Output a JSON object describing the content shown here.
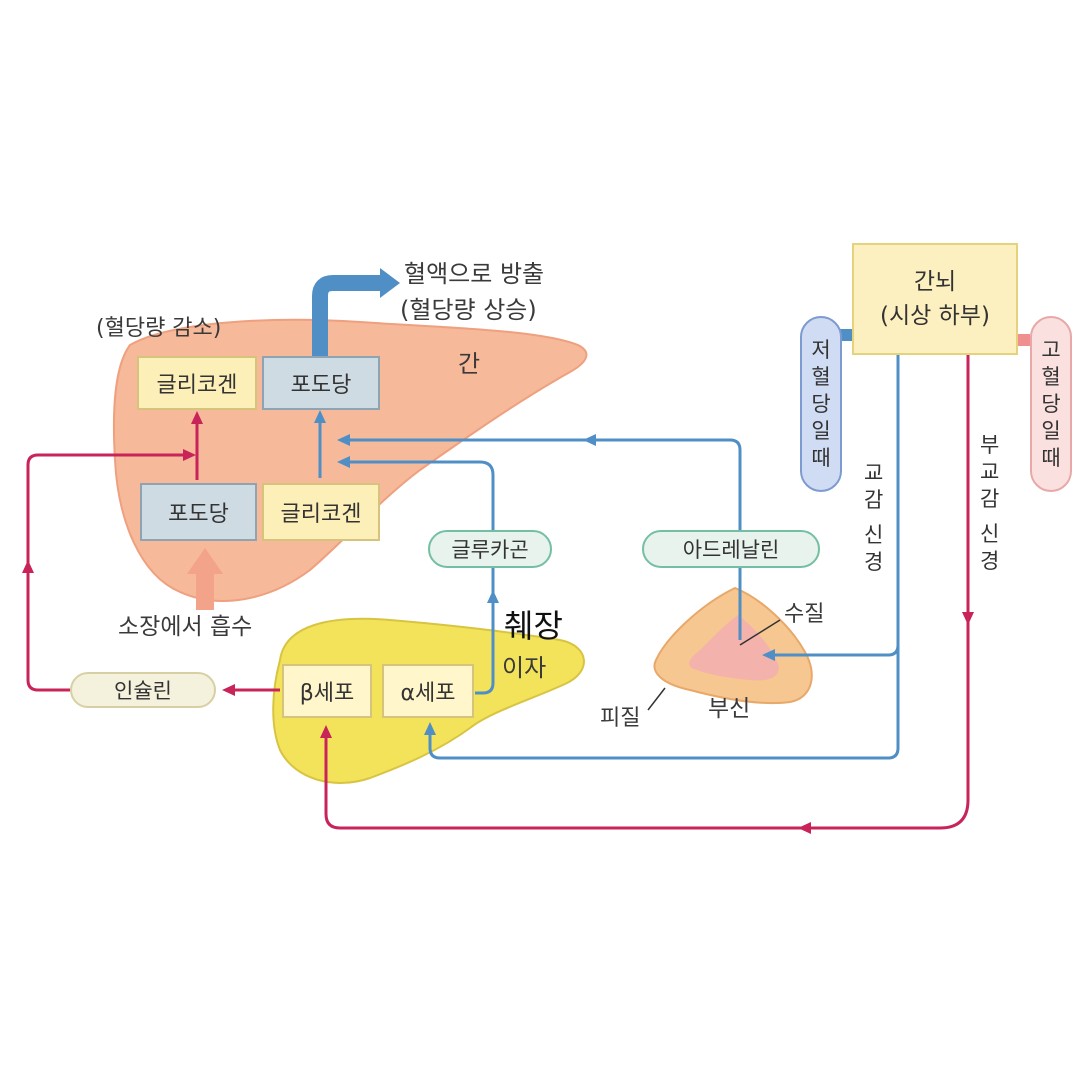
{
  "labels": {
    "release_line1": "혈액으로 방출",
    "release_line2": "(혈당량 상승)",
    "decrease": "(혈당량 감소)",
    "liver": "간",
    "glycogen_top": "글리코겐",
    "glucose_top": "포도당",
    "glucose_bottom": "포도당",
    "glycogen_bottom": "글리코겐",
    "intestine": "소장에서 흡수",
    "glucagon": "글루카곤",
    "adrenaline": "아드레날린",
    "pancreas_handwritten": "췌장",
    "pancreas": "이자",
    "beta_cell": "β세포",
    "alpha_cell": "α세포",
    "insulin": "인슐린",
    "medulla": "수질",
    "cortex": "피질",
    "adrenal": "부신",
    "hypothalamus_line1": "간뇌",
    "hypothalamus_line2": "(시상 하부)",
    "low_glucose": [
      "저",
      "혈",
      "당",
      "일",
      "때"
    ],
    "high_glucose": [
      "고",
      "혈",
      "당",
      "일",
      "때"
    ],
    "sympathetic": [
      "교",
      "감",
      "",
      "신",
      "경"
    ],
    "parasympathetic": [
      "부",
      "교",
      "감",
      "",
      "신",
      "경"
    ]
  },
  "colors": {
    "blue_path": "#4f8fc6",
    "red_path": "#c8245a",
    "liver_fill": "#f6b99a",
    "pancreas_fill": "#f3e35a",
    "hypothalamus_fill": "#fdf0c0"
  }
}
